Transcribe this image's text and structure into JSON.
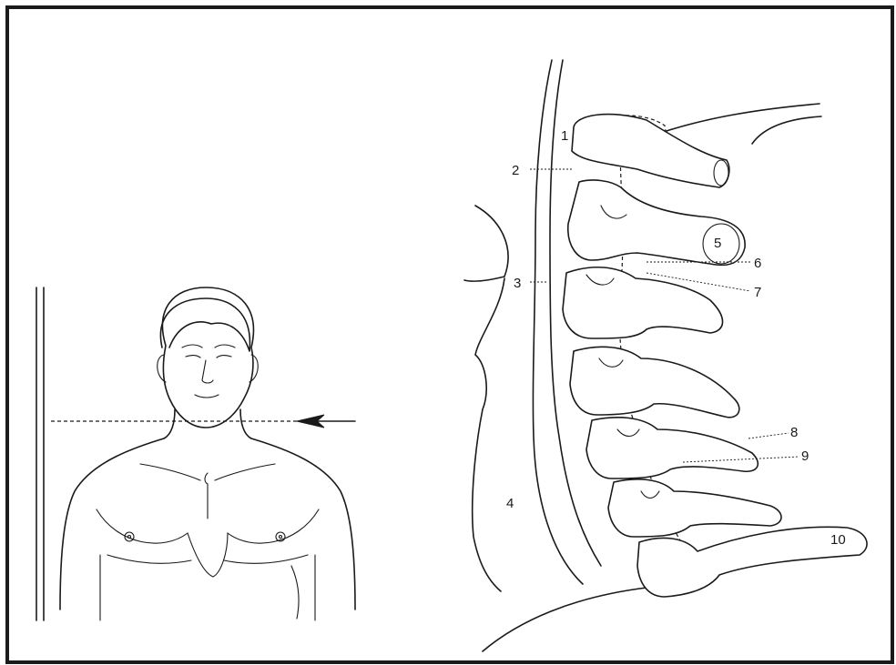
{
  "figure": {
    "labels": [
      "1",
      "2",
      "3",
      "4",
      "5",
      "6",
      "7",
      "8",
      "9",
      "10"
    ],
    "colors": {
      "ink": "#1a1a1a",
      "paper": "#ffffff"
    }
  }
}
